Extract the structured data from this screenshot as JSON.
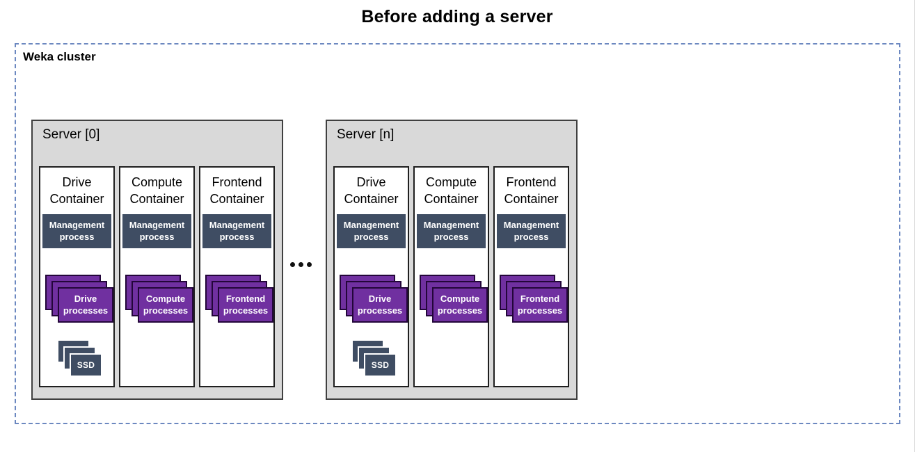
{
  "title": "Before adding a server",
  "cluster": {
    "label": "Weka cluster"
  },
  "servers": [
    {
      "label": "Server [0]",
      "containers": [
        {
          "title": "Drive Container",
          "management_label": "Management process",
          "process_label": "Drive processes",
          "ssd_label": "SSD"
        },
        {
          "title": "Compute Container",
          "management_label": "Management process",
          "process_label": "Compute processes"
        },
        {
          "title": "Frontend Container",
          "management_label": "Management process",
          "process_label": "Frontend processes"
        }
      ]
    },
    {
      "label": "Server [n]",
      "containers": [
        {
          "title": "Drive Container",
          "management_label": "Management process",
          "process_label": "Drive processes",
          "ssd_label": "SSD"
        },
        {
          "title": "Compute Container",
          "management_label": "Management process",
          "process_label": "Compute processes"
        },
        {
          "title": "Frontend Container",
          "management_label": "Management process",
          "process_label": "Frontend processes"
        }
      ]
    }
  ],
  "colors": {
    "cluster_border": "#6c88c0",
    "server_background": "#d9d9d9",
    "server_border": "#404040",
    "management_background": "#3f4d63",
    "process_background": "#7030a0",
    "process_border": "#23063a",
    "ssd_background": "#3f4d63"
  }
}
